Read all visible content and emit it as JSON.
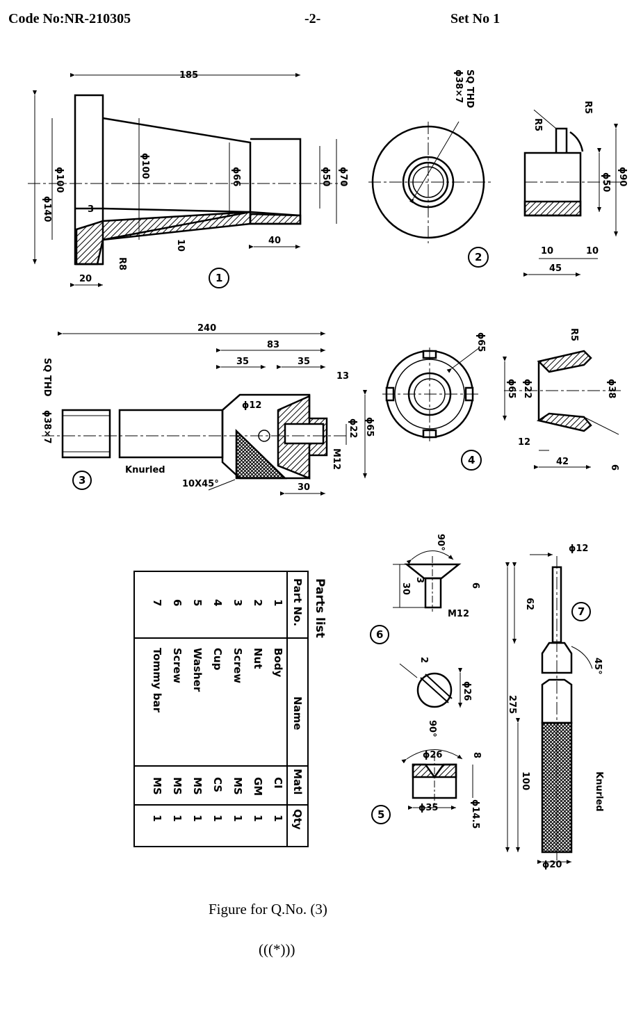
{
  "header": {
    "code": "Code No:NR-210305",
    "page": "-2-",
    "set": "Set No 1"
  },
  "caption": "Figure for Q.No. (3)",
  "end_mark": "(((*)))",
  "parts_list": {
    "title": "Parts list",
    "columns": [
      "Part No.",
      "Name",
      "Matl",
      "Qty"
    ],
    "rows": [
      {
        "no": "1",
        "name": "Body",
        "matl": "CI",
        "qty": "1"
      },
      {
        "no": "2",
        "name": "Nut",
        "matl": "GM",
        "qty": "1"
      },
      {
        "no": "3",
        "name": "Screw",
        "matl": "MS",
        "qty": "1"
      },
      {
        "no": "4",
        "name": "Cup",
        "matl": "CS",
        "qty": "1"
      },
      {
        "no": "5",
        "name": "Washer",
        "matl": "MS",
        "qty": "1"
      },
      {
        "no": "6",
        "name": "Screw",
        "matl": "MS",
        "qty": "1"
      },
      {
        "no": "7",
        "name": "Tommy bar",
        "matl": "MS",
        "qty": "1"
      }
    ]
  },
  "part1": {
    "num": "1",
    "d185": "185",
    "d140": "ϕ140",
    "d100a": "ϕ100",
    "d100b": "ϕ100",
    "d66": "ϕ66",
    "d50": "ϕ50",
    "d70": "ϕ70",
    "d3": "3",
    "d10": "10",
    "d40": "40",
    "d20": "20",
    "r8": "R8"
  },
  "part2": {
    "num": "2",
    "thd1": "SQ THD",
    "thd2": "ϕ38×7",
    "r5a": "R5",
    "r5b": "R5",
    "d50": "ϕ50",
    "d90": "ϕ90",
    "d10a": "10",
    "d10b": "10",
    "d45": "45"
  },
  "part3": {
    "num": "3",
    "d240": "240",
    "d83": "83",
    "d35a": "35",
    "d35b": "35",
    "d13": "13",
    "d12": "ϕ12",
    "d65": "ϕ65",
    "d22": "ϕ22",
    "m12": "M12",
    "d30": "30",
    "chamfer": "10X45°",
    "knurled": "Knurled",
    "thd1": "SQ THD",
    "thd2": "ϕ38×7"
  },
  "part4": {
    "num": "4",
    "d65": "ϕ65",
    "r5": "R5",
    "d65b": "ϕ65",
    "d22": "ϕ22",
    "d38": "ϕ38",
    "d12": "12",
    "d42": "42",
    "d6": "6"
  },
  "part6": {
    "num": "6",
    "a90": "90°",
    "d3": "3",
    "d30": "30",
    "d6": "6",
    "m12": "M12"
  },
  "part_mid": {
    "d2": "2",
    "d26": "ϕ26"
  },
  "part5": {
    "num": "5",
    "a90": "90°",
    "d26": "ϕ26",
    "d8": "8",
    "d35": "ϕ35",
    "d145": "ϕ14.5"
  },
  "part7": {
    "num": "7",
    "d12": "ϕ12",
    "d62": "62",
    "a45": "45°",
    "d275": "275",
    "d100": "100",
    "knurled": "Knurled",
    "d20": "ϕ20"
  }
}
